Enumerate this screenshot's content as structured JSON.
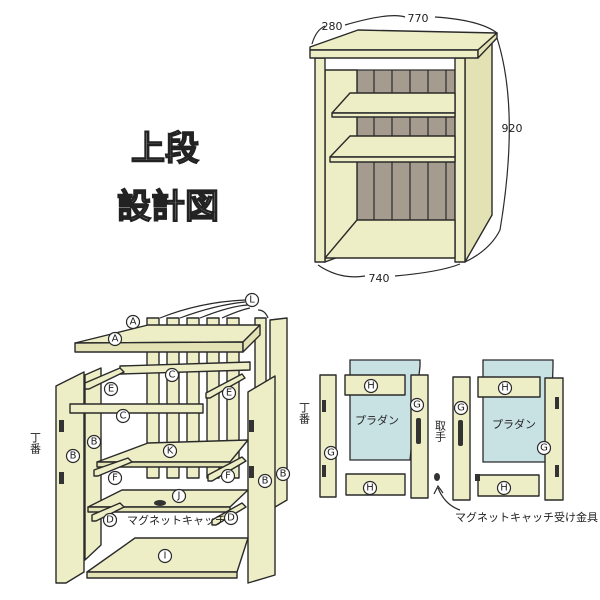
{
  "title": {
    "line1": "上段",
    "line2": "設計図"
  },
  "dimensions": {
    "depth": "280",
    "top_width": "770",
    "height": "920",
    "bottom_width": "740"
  },
  "annotations": {
    "hinge_left": "丁番",
    "hinge_door": "丁番",
    "magnet_catch": "マグネットキャッチ",
    "handle": "取手",
    "panel_material_1": "プラダン",
    "panel_material_2": "プラダン",
    "magnet_catch_plate": "マグネットキャッチ受け金具"
  },
  "part_labels": {
    "L": "L",
    "A": "A",
    "B": "B",
    "C": "C",
    "D": "D",
    "E": "E",
    "F": "F",
    "G": "G",
    "H": "H",
    "I": "I",
    "J": "J",
    "K": "K"
  },
  "colors": {
    "wood": "#eeeec6",
    "back_panel": "#a59b8e",
    "glass": "#c8e2e4"
  }
}
